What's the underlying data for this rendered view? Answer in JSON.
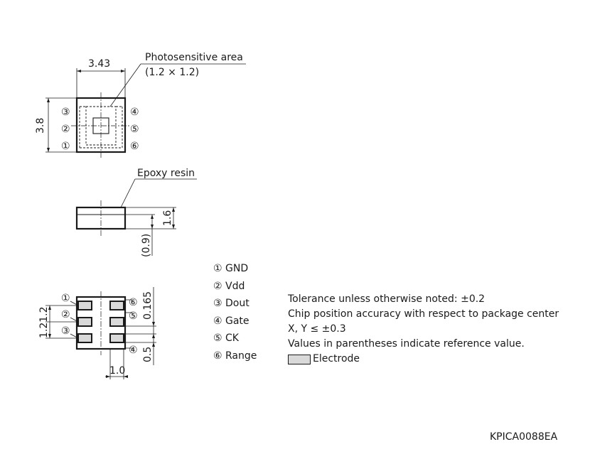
{
  "top_view": {
    "width_dim": "3.43",
    "height_dim": "3.8",
    "photosensitive_label": "Photosensitive area",
    "photosensitive_size": "(1.2 × 1.2)",
    "pins_left": [
      "③",
      "②",
      "①"
    ],
    "pins_right": [
      "④",
      "⑤",
      "⑥"
    ]
  },
  "side_view": {
    "resin_label": "Epoxy resin",
    "thickness_dim": "1.6",
    "ref_dim": "(0.9)"
  },
  "bottom_view": {
    "pins_left": [
      "①",
      "②",
      "③"
    ],
    "pins_right": [
      "⑥",
      "⑤",
      "④"
    ],
    "pitch_dim": "1.21.2",
    "pad_dim_top": "0.165",
    "pad_dim_bottom": "0.5",
    "width_dim": "1.0"
  },
  "pin_list": [
    "① GND",
    "② Vdd",
    "③ Dout",
    "④ Gate",
    "⑤ CK",
    "⑥ Range"
  ],
  "notes": {
    "line1": "Tolerance unless otherwise noted: ±0.2",
    "line2": "Chip position accuracy with respect to package center",
    "line3": "X, Y ≤ ±0.3",
    "line4": "Values in parentheses indicate reference value.",
    "legend": "Electrode"
  },
  "doc_id": "KPICA0088EA",
  "colors": {
    "electrode": "#d9d9d9",
    "ink": "#1a1a1a"
  }
}
